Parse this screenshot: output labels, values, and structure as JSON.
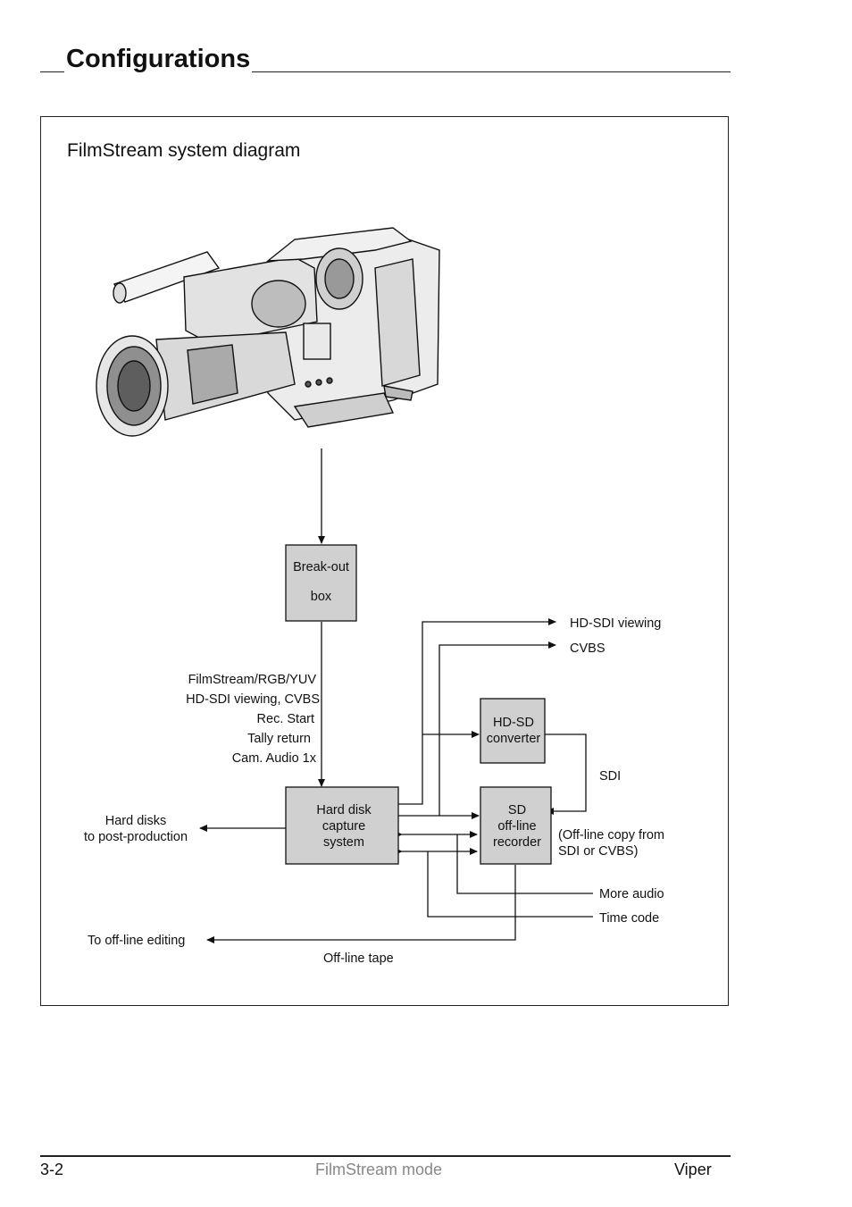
{
  "page": {
    "heading": "Configurations",
    "diagram_title": "FilmStream system diagram"
  },
  "boxes": {
    "breakout_line1": "Break-out",
    "breakout_line2": "box",
    "hdd_line1": "Hard disk",
    "hdd_line2": "capture",
    "hdd_line3": "system",
    "hdsd_line1": "HD-SD",
    "hdsd_line2": "converter",
    "sd_line1": "SD",
    "sd_line2": "off-line",
    "sd_line3": "recorder"
  },
  "signals": {
    "line1": "FilmStream/RGB/YUV",
    "line2": "HD-SDI viewing, CVBS",
    "line3": "Rec. Start",
    "line4": "Tally return",
    "line5": "Cam. Audio 1x"
  },
  "labels": {
    "hd_sdi_viewing": "HD-SDI viewing",
    "cvbs": "CVBS",
    "sdi": "SDI",
    "offline_copy_line1": "(Off-line copy from",
    "offline_copy_line2": "SDI or CVBS)",
    "hard_disks_line1": "Hard disks",
    "hard_disks_line2": "to post-production",
    "more_audio": "More audio",
    "time_code": "Time code",
    "to_offline_editing": "To off-line editing",
    "offline_tape": "Off-line tape"
  },
  "footer": {
    "page_number": "3-2",
    "section": "FilmStream mode",
    "product": "Viper"
  }
}
